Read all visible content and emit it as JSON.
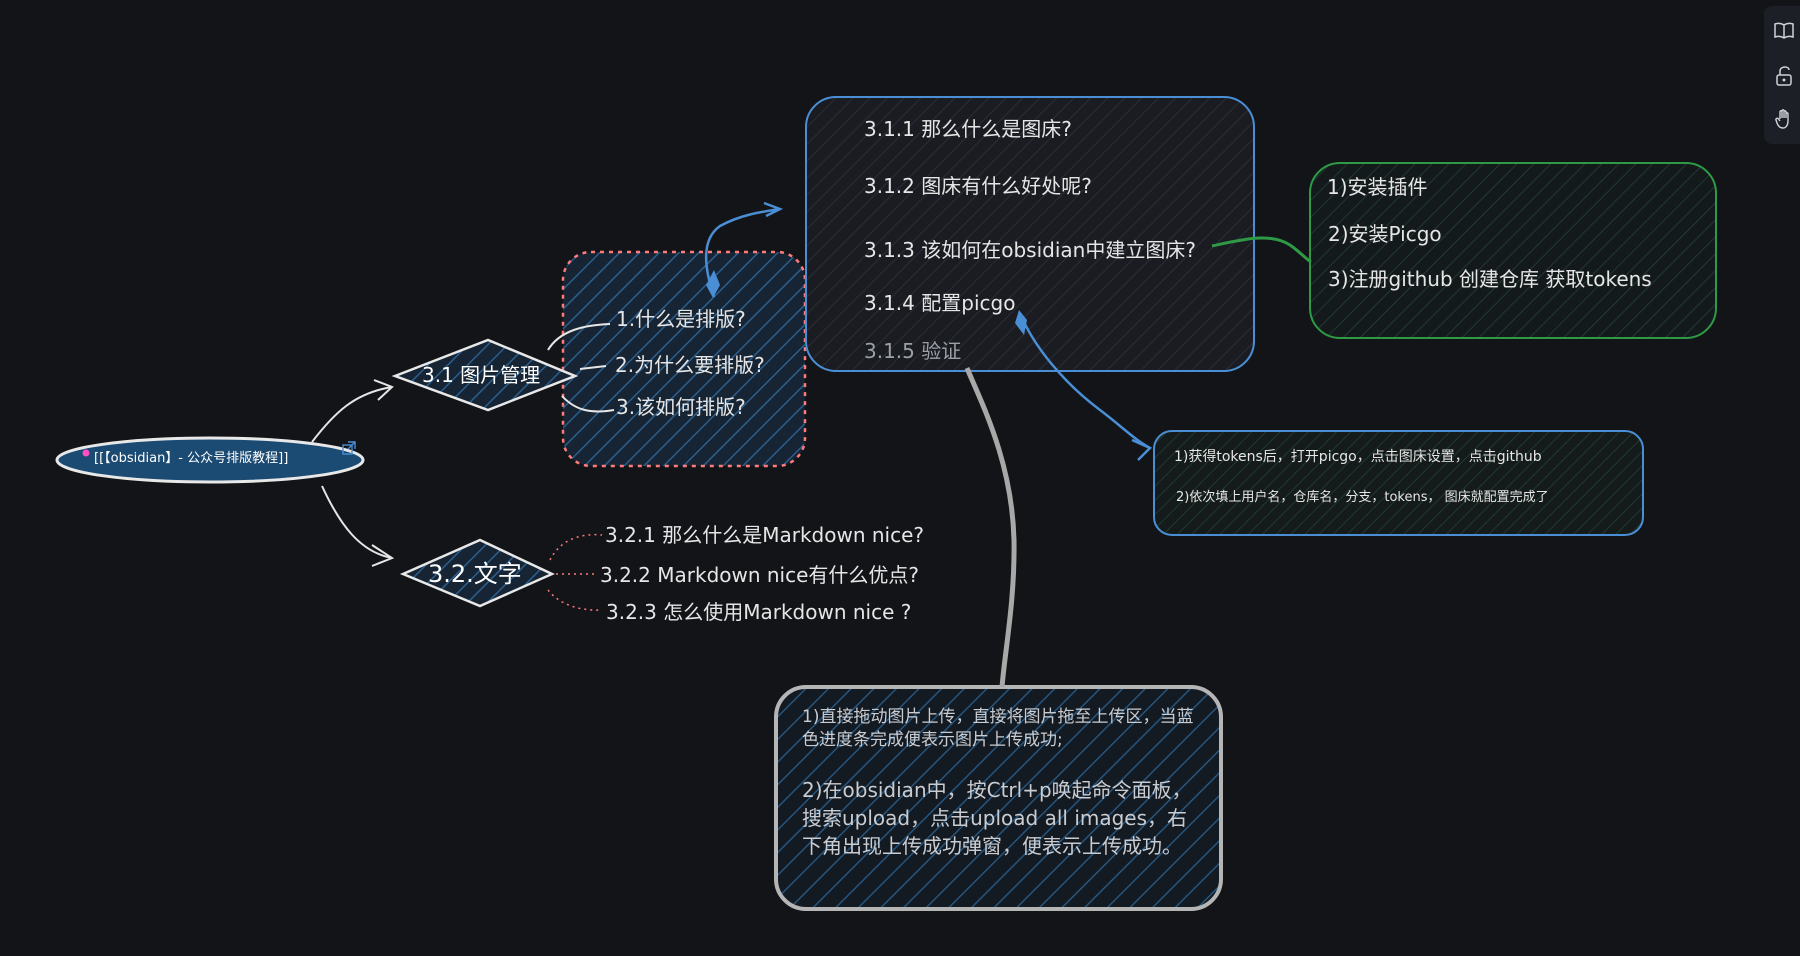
{
  "root": {
    "label": "[[【obsidian】- 公众号排版教程]]",
    "link_icon": "external-link-icon",
    "dot_color": "#ff4fc3"
  },
  "branch1": {
    "title": "3.1 图片管理",
    "items": [
      "1.什么是排版?",
      "2.为什么要排版?",
      "3.该如何排版?"
    ]
  },
  "branch2": {
    "title": "3.2.文字",
    "items": [
      "3.2.1 那么什么是Markdown nice?",
      "3.2.2 Markdown nice有什么优点?",
      "3.2.3 怎么使用Markdown nice ?"
    ]
  },
  "topics": {
    "items": [
      "3.1.1 那么什么是图床?",
      "3.1.2 图床有什么好处呢?",
      "3.1.3 该如何在obsidian中建立图床?",
      "3.1.4 配置picgo",
      "3.1.5 验证"
    ]
  },
  "install_steps": {
    "items": [
      "1)安装插件",
      "2)安装Picgo",
      "3)注册github 创建仓库  获取tokens"
    ]
  },
  "config_steps": {
    "items": [
      "1)获得tokens后，打开picgo，点击图床设置，点击github",
      "2)依次填上用户名，仓库名，分支，tokens， 图床就配置完成了"
    ]
  },
  "verify_steps": {
    "items": [
      "1)直接拖动图片上传，直接将图片拖至上传区，当蓝色进度条完成便表示图片上传成功;",
      "2)在obsidian中，按Ctrl+p唤起命令面板，搜索upload，点击upload all images，右下角出现上传成功弹窗，便表示上传成功。"
    ]
  },
  "toolbar": {
    "items": [
      {
        "icon": "book-icon"
      },
      {
        "icon": "unlock-icon"
      },
      {
        "icon": "hand-icon"
      }
    ]
  },
  "colors": {
    "background": "#121418",
    "node_fill": "#1b4a73",
    "red_dashed": "#ff7b7b",
    "blue_stroke": "#4a8fd6",
    "green_stroke": "#2f9a46",
    "gray_stroke": "#a8a8a8",
    "text": "#e6e6e6",
    "muted_text": "#9aa0a6"
  }
}
